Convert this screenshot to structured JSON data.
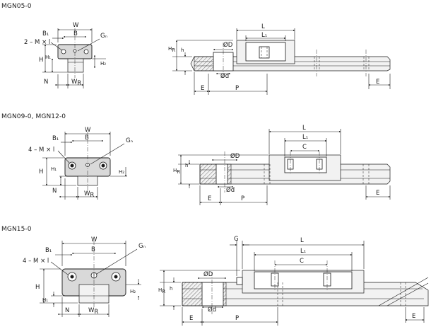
{
  "sections": [
    {
      "title": "MGN05-0",
      "front": {
        "W": "W",
        "B": "B",
        "B1": "B₁",
        "Gn": "Gₙ",
        "Mxl": "2 – M × l",
        "H": "H",
        "H1": "H₁",
        "H2": "H₂",
        "N": "N",
        "WR": "W",
        "WR_sub": "R"
      },
      "side": {
        "L": "L",
        "L1": "L₁",
        "C": "",
        "D": "ØD",
        "d": "Ød",
        "h": "h",
        "HR": "H",
        "HR_sub": "R",
        "E_left": "E",
        "P": "P",
        "E_right": "E",
        "G": ""
      }
    },
    {
      "title": "MGN09-0, MGN12-0",
      "front": {
        "W": "W",
        "B": "B",
        "B1": "B₁",
        "Gn": "Gₙ",
        "Mxl": "4 – M × l",
        "H": "H",
        "H1": "H₁",
        "H2": "H₂",
        "N": "N",
        "WR": "W",
        "WR_sub": "R"
      },
      "side": {
        "L": "L",
        "L1": "L₁",
        "C": "C",
        "D": "ØD",
        "d": "Ød",
        "h": "h",
        "HR": "H",
        "HR_sub": "R",
        "E_left": "E",
        "P": "P",
        "E_right": "E",
        "G": ""
      }
    },
    {
      "title": "MGN15-0",
      "front": {
        "W": "W",
        "B": "B",
        "B1": "B₁",
        "Gn": "Gₙ",
        "Mxl": "4 – M × l",
        "H": "H",
        "H1": "H₁",
        "H2": "H₂",
        "N": "N",
        "WR": "W",
        "WR_sub": "R"
      },
      "side": {
        "L": "L",
        "L1": "L₁",
        "C": "C",
        "D": "ØD",
        "d": "Ød",
        "h": "h",
        "HR": "H",
        "HR_sub": "R",
        "E_left": "E",
        "P": "P",
        "E_right": "E",
        "G": "G"
      }
    }
  ],
  "colors": {
    "line": "#1a1a1a",
    "fill": "#d9d9d9",
    "paper": "#ffffff"
  }
}
